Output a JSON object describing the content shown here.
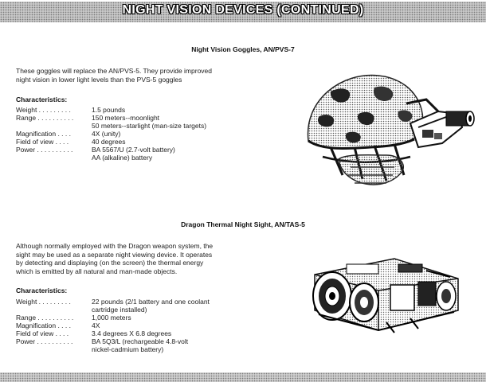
{
  "header": {
    "title": "NIGHT VISION DEVICES (CONTINUED)"
  },
  "goggles": {
    "title": "Night Vision Goggles, AN/PVS-7",
    "description": [
      "These goggles will replace the AN/PVS-5. They provide improved",
      "night vision in lower light levels than the PVS-5 goggles"
    ],
    "characteristics_heading": "Characteristics:",
    "specs": [
      {
        "label": "Weight . . . . . . . . .",
        "value": [
          "1.5 pounds"
        ]
      },
      {
        "label": "Range . . . . . . . . . .",
        "value": [
          "150 meters--moonlight",
          "50 meters--starlight (man-size targets)"
        ]
      },
      {
        "label": "Magnification . . . .",
        "value": [
          "4X (unity)"
        ]
      },
      {
        "label": "Field of view . . . .",
        "value": [
          "40 degrees"
        ]
      },
      {
        "label": "Power . . . . . . . . . .",
        "value": [
          "BA 5567/U (2.7-volt battery)",
          "AA (alkaline) battery"
        ]
      }
    ]
  },
  "dragon": {
    "title": "Dragon Thermal Night Sight, AN/TAS-5",
    "description": [
      "Although normally employed with the Dragon weapon system, the",
      "sight may be used as a separate night viewing device. It operates",
      "by detecting and displaying (on the screen) the thermal energy",
      "which is emitted by all natural and man-made objects."
    ],
    "characteristics_heading": "Characteristics:",
    "specs": [
      {
        "label": "Weight . . . . . . . . .",
        "value": [
          "22 pounds (2/1 battery and one coolant",
          "cartridge installed)"
        ]
      },
      {
        "label": "Range . . . . . . . . . .",
        "value": [
          "1,000 meters"
        ]
      },
      {
        "label": "Magnification . . . .",
        "value": [
          "4X"
        ]
      },
      {
        "label": "Field of view . . . .",
        "value": [
          "3.4 degrees X 6.8 degrees"
        ]
      },
      {
        "label": "Power . . . . . . . . . .",
        "value": [
          "BA 5Q3/L (rechargeable 4.8-volt",
          "nickel-cadmium battery)"
        ]
      }
    ]
  }
}
